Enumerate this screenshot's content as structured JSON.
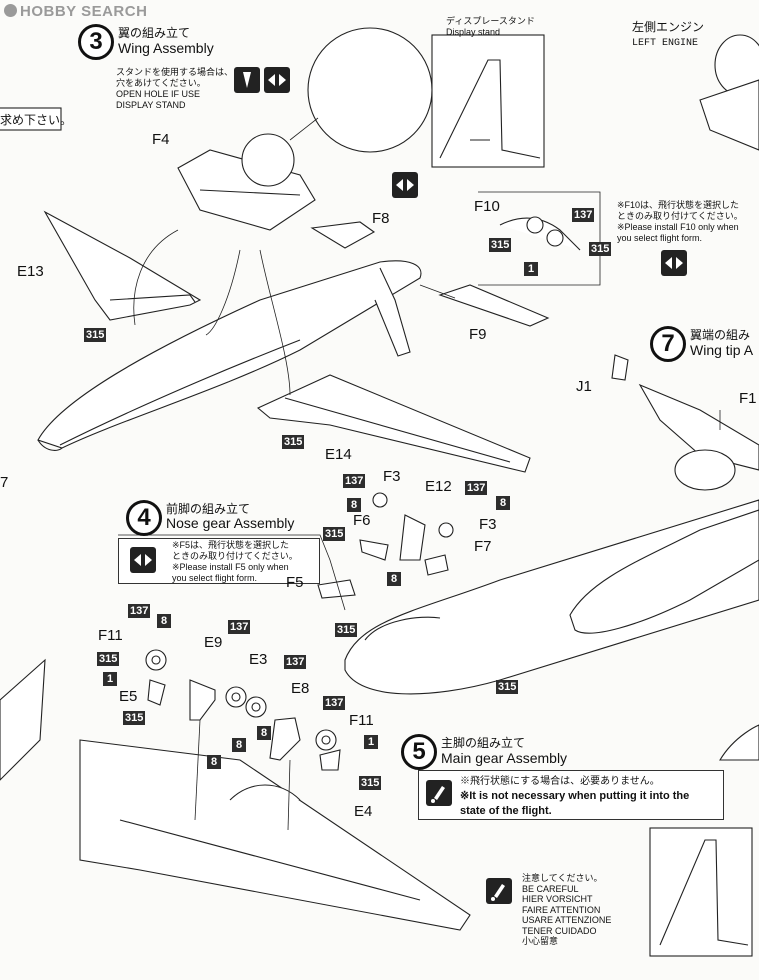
{
  "watermark": "HOBBY SEARCH",
  "top_left_note": "求め下さい。",
  "display_stand": {
    "jp": "ディスプレースタンド",
    "en": "Display stand"
  },
  "left_engine": {
    "jp": "左側エンジン",
    "en": "LEFT ENGINE"
  },
  "step3": {
    "num": "3",
    "jp": "翼の組み立て",
    "en": "Wing Assembly",
    "stand_note_jp": "スタンドを使用する場合は、",
    "stand_note_jp2": "穴をあけてください。",
    "stand_note_en1": "OPEN HOLE IF USE",
    "stand_note_en2": "DISPLAY STAND"
  },
  "f10_note": {
    "jp1": "※F10は、飛行状態を選択した",
    "jp2": "ときのみ取り付けてください。",
    "en1": "※Please install F10 only when",
    "en2": "you select flight form."
  },
  "step4": {
    "num": "4",
    "jp": "前脚の組み立て",
    "en": "Nose gear Assembly",
    "note_jp1": "※F5は、飛行状態を選択した",
    "note_jp2": "ときのみ取り付けてください。",
    "note_en1": "※Please install F5 only when",
    "note_en2": "you select flight form."
  },
  "step5": {
    "num": "5",
    "jp": "主脚の組み立て",
    "en": "Main gear Assembly",
    "note_jp": "※飛行状態にする場合は、必要ありません。",
    "note_en1": "※It is not necessary when putting it into the",
    "note_en2": "state of the flight."
  },
  "step7": {
    "num": "7",
    "jp": "翼端の組み",
    "en": "Wing tip A"
  },
  "caution": {
    "jp": "注意してください。",
    "l1": "BE CAREFUL",
    "l2": "HIER VORSICHT",
    "l3": "FAIRE ATTENTION",
    "l4": "USARE ATTENZIONE",
    "l5": "TENER CUIDADO",
    "l6": "小心留意"
  },
  "parts": {
    "F4": "F4",
    "E13": "E13",
    "F8": "F8",
    "F9": "F9",
    "F10": "F10",
    "E14": "E14",
    "J1": "J1",
    "F1": "F1",
    "F3a": "F3",
    "F3b": "F3",
    "E12": "E12",
    "F6": "F6",
    "F7": "F7",
    "F5": "F5",
    "F11a": "F11",
    "E9": "E9",
    "E3": "E3",
    "E5": "E5",
    "E8": "E8",
    "F11b": "F11",
    "E4": "E4",
    "seven": "7"
  },
  "codes": {
    "c315": "315",
    "c137": "137",
    "c8": "8",
    "c1": "1"
  }
}
